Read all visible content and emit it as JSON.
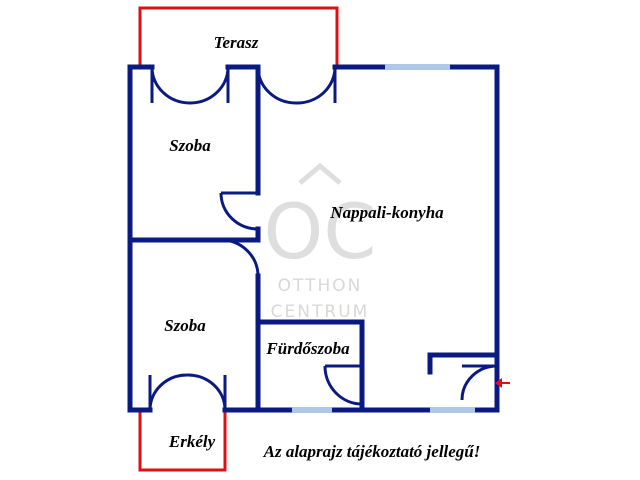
{
  "rooms": {
    "terrace": "Terasz",
    "room_top": "Szoba",
    "living_kitchen": "Nappali-konyha",
    "room_bottom": "Szoba",
    "bathroom": "Fürdőszoba",
    "balcony": "Erkély"
  },
  "note": "Az alaprajz tájékoztató jellegű!",
  "watermark": {
    "monogram": "OC",
    "line1": "OTTHON",
    "line2": "CENTRUM"
  },
  "colors": {
    "wall": "#0a1a80",
    "outdoor_outline": "#dd1111",
    "window": "#b0c8e8",
    "door": "#0a1a80",
    "entry_arrow": "#dd1111",
    "watermark": "#d8d8d8"
  },
  "icons": {
    "entry": "entry-arrow-icon"
  }
}
